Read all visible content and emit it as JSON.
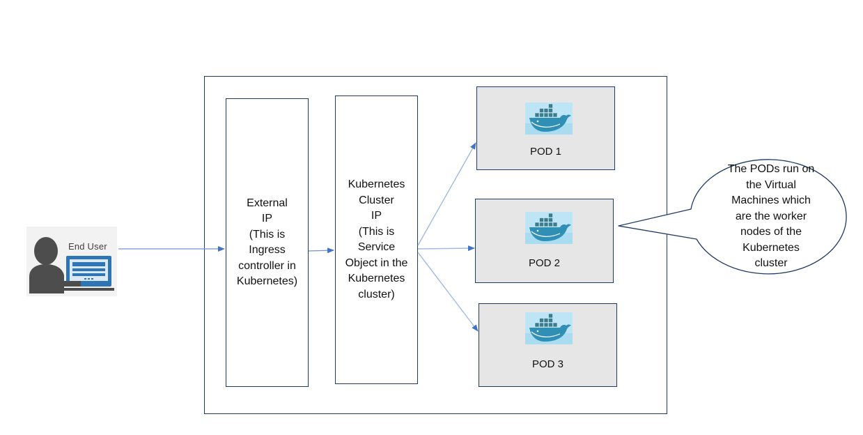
{
  "end_user": {
    "label": "End User",
    "icon": "user-at-computer-icon"
  },
  "ingress": {
    "text": "External\nIP\n(This is\nIngress\ncontroller in\nKubernetes)"
  },
  "service": {
    "text": "Kubernetes\nCluster\nIP\n(This is\nService\nObject in the\nKubernetes\ncluster)"
  },
  "pods": [
    {
      "label": "POD 1",
      "icon": "docker-whale-icon"
    },
    {
      "label": "POD 2",
      "icon": "docker-whale-icon"
    },
    {
      "label": "POD 3",
      "icon": "docker-whale-icon"
    }
  ],
  "callout": {
    "text": "The PODs run on\nthe Virtual\nMachines which\nare the worker\nnodes of the\nKubernetes\ncluster"
  },
  "colors": {
    "border": "#1f3864",
    "arrow": "#4472c4",
    "pod_fill": "#e7e6e6",
    "docker_blue": "#2496ed",
    "docker_bg": "#bfe6f7"
  }
}
